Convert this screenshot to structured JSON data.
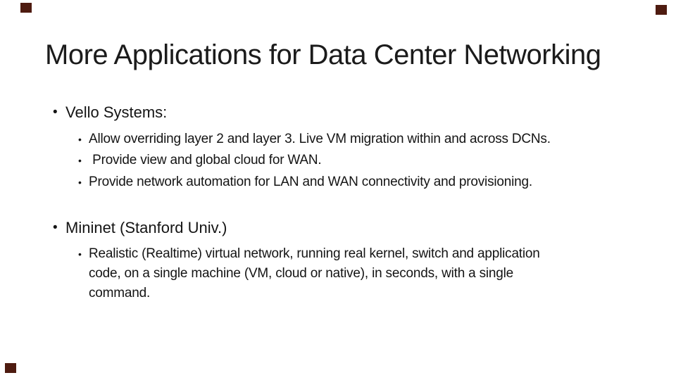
{
  "slide": {
    "title": "More Applications for Data Center Networking",
    "bullet_char": "•",
    "corner_square_color": "#4e1b10",
    "sections": [
      {
        "heading": "Vello Systems:",
        "bullets": [
          "Allow overriding layer 2 and layer 3. Live VM migration within and across DCNs.",
          " Provide view and global cloud for WAN.",
          "Provide network automation for LAN and WAN connectivity and provisioning."
        ]
      },
      {
        "heading": "Mininet (Stanford Univ.)",
        "bullets": [
          "Realistic (Realtime) virtual network, running real kernel, switch and application\ncode, on a single machine (VM, cloud or native), in seconds, with a single\ncommand."
        ]
      }
    ]
  }
}
